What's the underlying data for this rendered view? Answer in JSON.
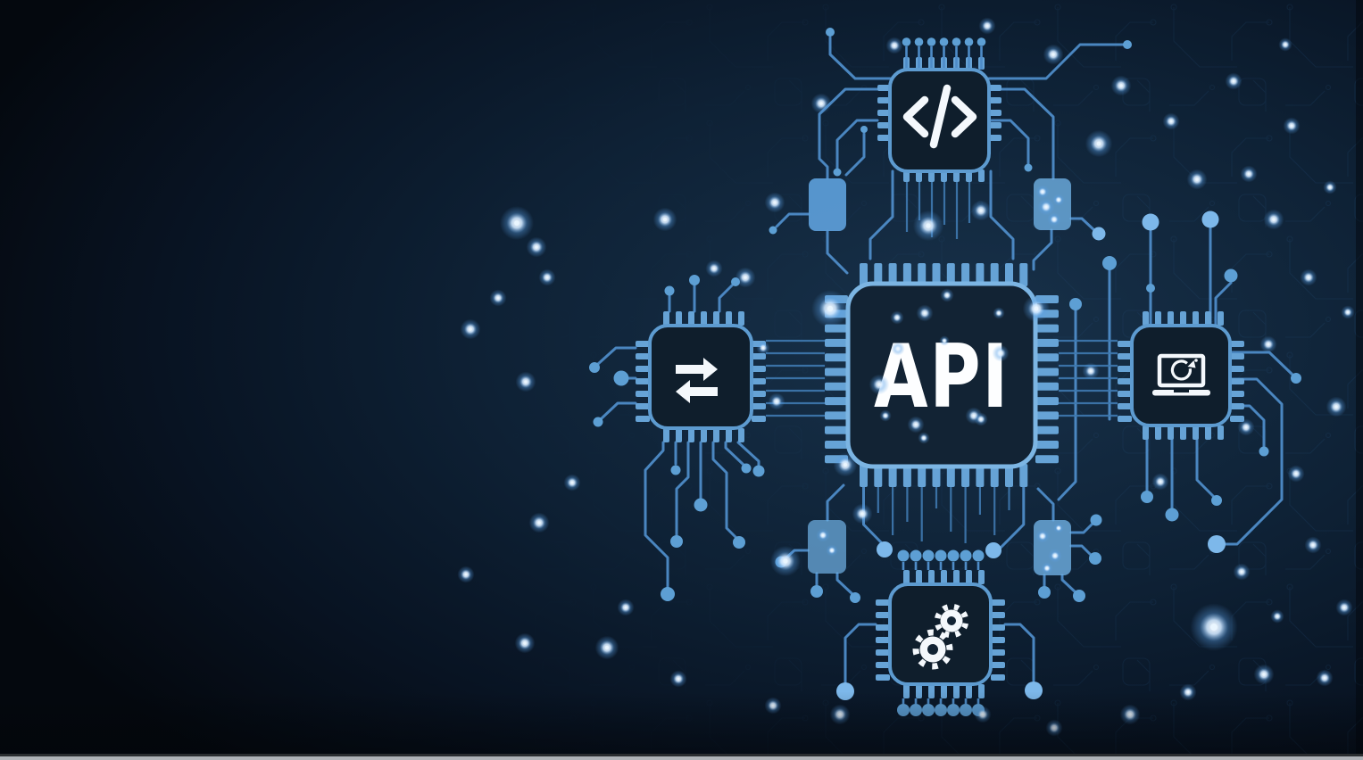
{
  "scene_title": "API circuit board concept illustration",
  "center_chip": {
    "label": "API"
  },
  "satellite_chips": [
    {
      "position": "top",
      "icon": "code-tag-icon",
      "glyph": "</>"
    },
    {
      "position": "left",
      "icon": "transfer-arrows-icon",
      "glyph": "⇄"
    },
    {
      "position": "right",
      "icon": "laptop-sync-icon",
      "glyph": "🖵⟳"
    },
    {
      "position": "bottom",
      "icon": "gears-icon",
      "glyph": "⚙⚙"
    }
  ],
  "colors": {
    "background_dark": "#04080e",
    "background_light": "#18324b",
    "trace": "#4e8cc8",
    "trace_bright": "#7db8ea",
    "pin": "#66a3d6",
    "chip_fill": "#122334",
    "chip_stroke": "#7cb5e3",
    "icon": "#f4f8fc",
    "module_fill": "#5b9bd5",
    "bottom_strip": "#aeb2b7"
  }
}
